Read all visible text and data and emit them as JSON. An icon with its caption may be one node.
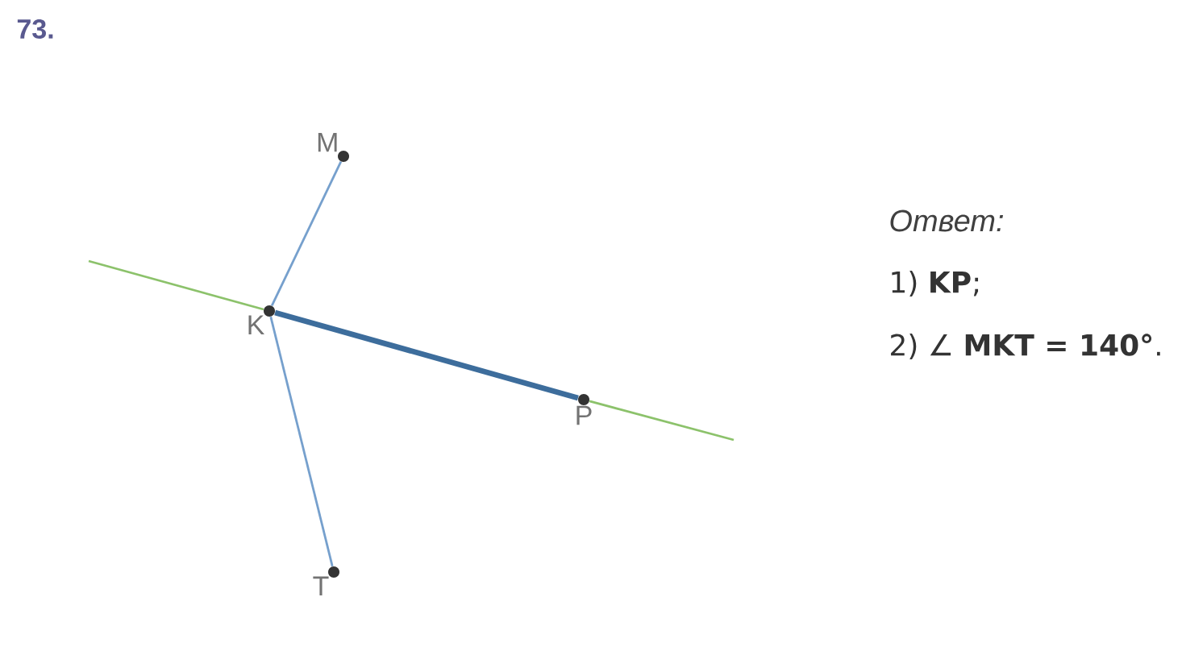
{
  "diagram": {
    "nodes": [
      {
        "text": [
          "M"
        ]
      },
      {
        "text": [
          "K"
        ]
      },
      {
        "text": [
          "P"
        ]
      },
      {
        "text": [
          "T"
        ]
      }
    ],
    "edges": [
      {
        "from": 1,
        "to": 0,
        "arrow": "none"
      },
      {
        "from": 1,
        "to": 3,
        "arrow": "none"
      },
      {
        "from": 1,
        "to": 2,
        "arrow": "none",
        "style": "thick",
        "color": "#3d6d9c"
      },
      {
        "from": null,
        "to": 1,
        "arrow": "none",
        "color": "#8cc26b"
      },
      {
        "from": 2,
        "to": null,
        "arrow": "none",
        "color": "#8cc26b"
      }
    ],
    "labels": [
      "73.",
      "Ответ:",
      "1) **KP**;",
      "2) ∠ **MKT = 140°**."
    ]
  }
}
